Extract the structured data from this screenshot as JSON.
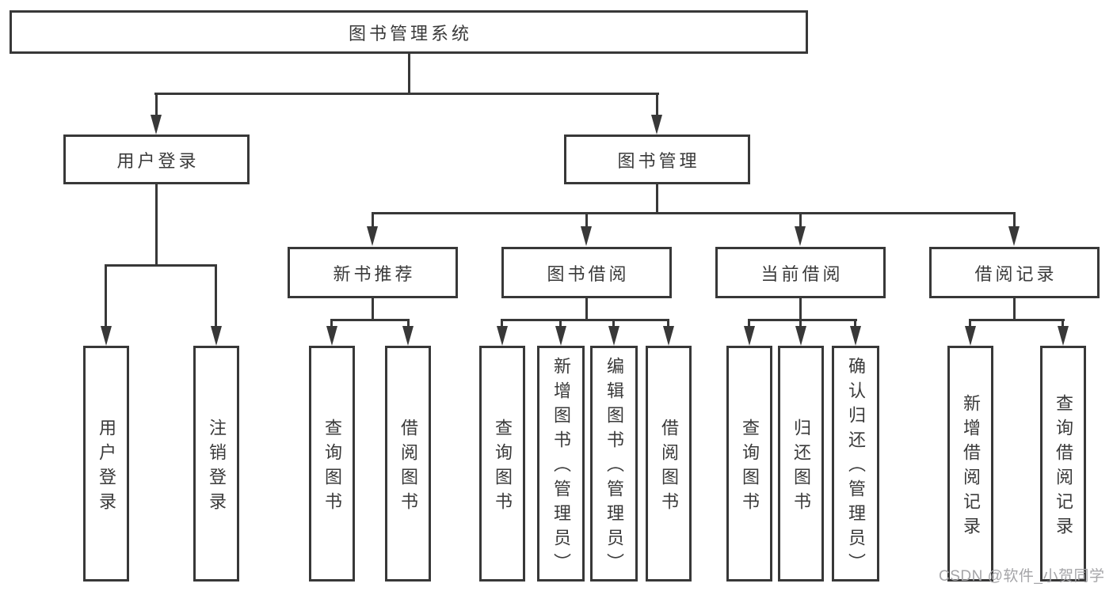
{
  "tree": {
    "root": {
      "label": "图书管理系统"
    },
    "branches": [
      {
        "label": "用户登录",
        "children": [
          {
            "label": "用户登录"
          },
          {
            "label": "注销登录"
          }
        ]
      },
      {
        "label": "图书管理",
        "children": [
          {
            "label": "新书推荐",
            "children": [
              {
                "label": "查询图书"
              },
              {
                "label": "借阅图书"
              }
            ]
          },
          {
            "label": "图书借阅",
            "children": [
              {
                "label": "查询图书"
              },
              {
                "label": "新增图书（管理员）"
              },
              {
                "label": "编辑图书（管理员）"
              },
              {
                "label": "借阅图书"
              }
            ]
          },
          {
            "label": "当前借阅",
            "children": [
              {
                "label": "查询图书"
              },
              {
                "label": "归还图书"
              },
              {
                "label": "确认归还（管理员）"
              }
            ]
          },
          {
            "label": "借阅记录",
            "children": [
              {
                "label": "新增借阅记录"
              },
              {
                "label": "查询借阅记录"
              }
            ]
          }
        ]
      }
    ]
  },
  "watermark": {
    "text": "CSDN @软件_小贺同学"
  },
  "colors": {
    "line": "#383838",
    "text": "#3a3a3a",
    "watermark": "#a5a5a8",
    "background": "#ffffff"
  }
}
